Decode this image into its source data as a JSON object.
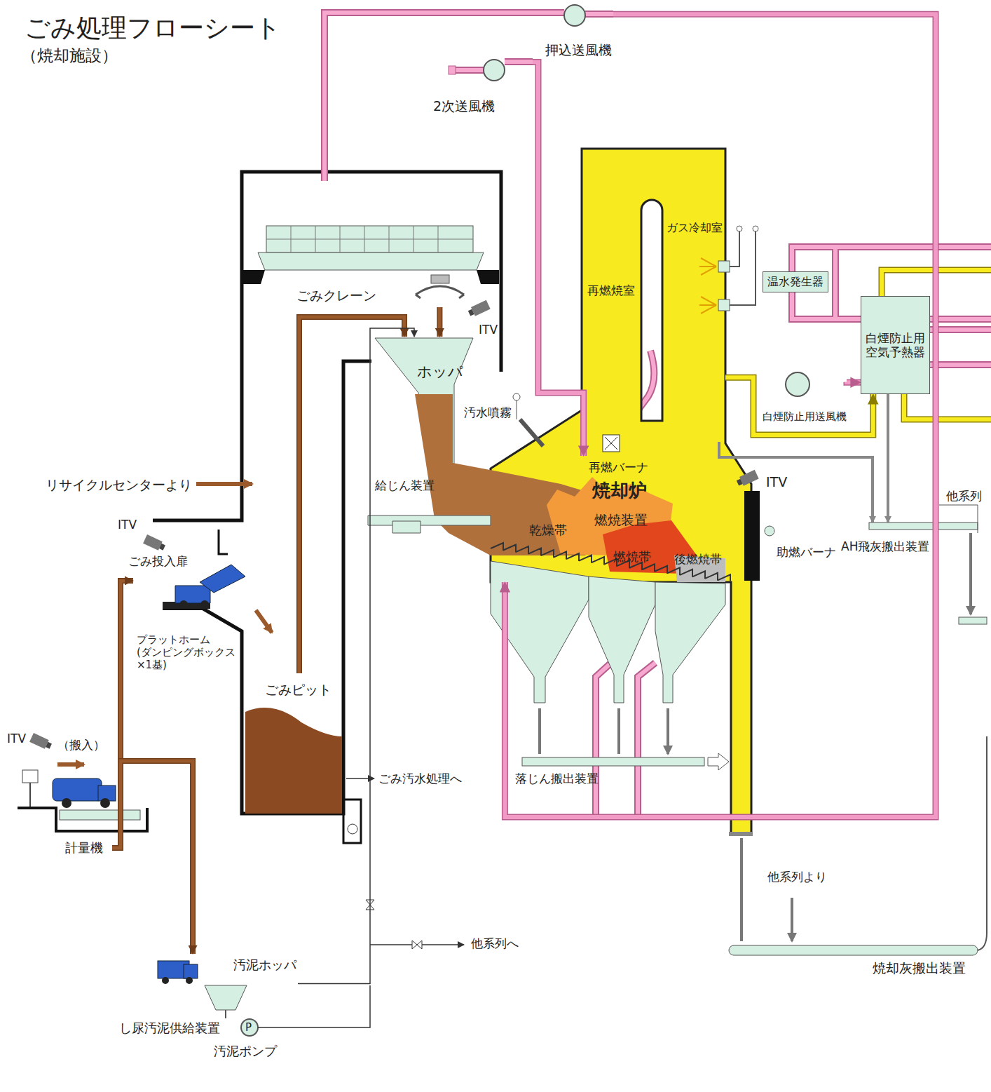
{
  "diagram": {
    "title": "ごみ処理フローシート",
    "caption": "（焼却施設）",
    "nodes": [
      {
        "text": [
          "ごみピット"
        ]
      },
      {
        "text": [
          "ホッパ"
        ]
      },
      {
        "text": [
          "再燃焼室"
        ]
      },
      {
        "text": [
          "ガス冷却室"
        ]
      },
      {
        "text": [
          "焼却炉",
          "燃焼装置"
        ]
      },
      {
        "text": [
          "乾燥帯"
        ],
        "in": 4
      },
      {
        "text": [
          "燃焼帯"
        ],
        "in": 4
      },
      {
        "text": [
          "後燃焼帯"
        ],
        "in": 4
      },
      {
        "text": [
          "温水発生器"
        ]
      },
      {
        "text": [
          "白煙防止用 空気予熱器"
        ]
      },
      {
        "text": [
          "落じん搬出装置"
        ]
      },
      {
        "text": [
          "焼却灰搬出装置"
        ]
      },
      {
        "text": [
          "AH飛灰搬出装置"
        ]
      },
      {
        "text": [
          "汚泥ホッパ"
        ]
      },
      {
        "text": [
          "計量機"
        ]
      },
      {
        "text": [
          "押込送風機"
        ]
      },
      {
        "text": [
          "2次送風機"
        ]
      },
      {
        "text": [
          "白煙防止用送風機"
        ]
      },
      {
        "text": [
          "ごみクレーン"
        ]
      },
      {
        "text": [
          "プラットホーム (ダンピングボックス ×1基)"
        ]
      }
    ],
    "edges": [
      {
        "from": 14,
        "to": 19,
        "arrow": "to"
      },
      {
        "from": 14,
        "to": 13,
        "arrow": "to"
      },
      {
        "from": 0,
        "to": 1,
        "arrow": "to"
      },
      {
        "from": 13,
        "to": 1,
        "arrow": "to"
      },
      {
        "from": 15,
        "to": 4,
        "arrow": "to"
      },
      {
        "from": 16,
        "to": 4,
        "arrow": "to"
      },
      {
        "from": 17,
        "to": 9,
        "arrow": "to"
      },
      {
        "from": 3,
        "to": 9,
        "arrow": "to"
      },
      {
        "from": 3,
        "to": 12,
        "arrow": "to"
      },
      {
        "from": 9,
        "to": 12,
        "arrow": "to"
      },
      {
        "from": 18,
        "to": 1,
        "arrow": "to"
      }
    ],
    "labels": [
      "ITV",
      "汚水噴霧",
      "給じん装置",
      "再燃バーナ",
      "ITV",
      "助燃バーナ",
      "他系列",
      "リサイクルセンターより",
      "ITV",
      "ごみ投入扉",
      "ITV",
      "（搬入）",
      "ごみ汚水処理へ",
      "他系列へ",
      "し尿汚泥供給装置",
      "P",
      "汚泥ポンプ",
      "他系列より"
    ]
  }
}
